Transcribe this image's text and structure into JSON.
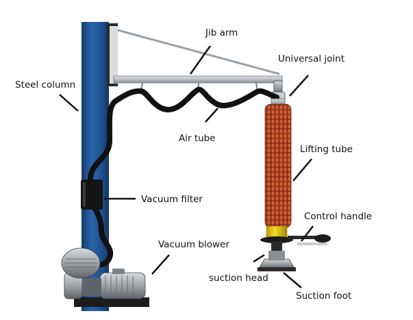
{
  "diagram": {
    "labels": {
      "jib_arm": "Jib arm",
      "universal_joint": "Universal joint",
      "steel_column": "Steel column",
      "air_tube": "Air tube",
      "lifting_tube": "Lifting tube",
      "vacuum_filter": "Vacuum filter",
      "control_handle": "Control handle",
      "vacuum_blower": "Vacuum blower",
      "suction_head": "suction head",
      "suction_foot": "Suction foot"
    },
    "colors": {
      "column": "#1f4f8f",
      "jib": "#b8bcc0",
      "lifting_tube": "#c8552f",
      "yellow_band": "#f2d21a",
      "hose": "#111111",
      "background": "#ffffff"
    }
  }
}
